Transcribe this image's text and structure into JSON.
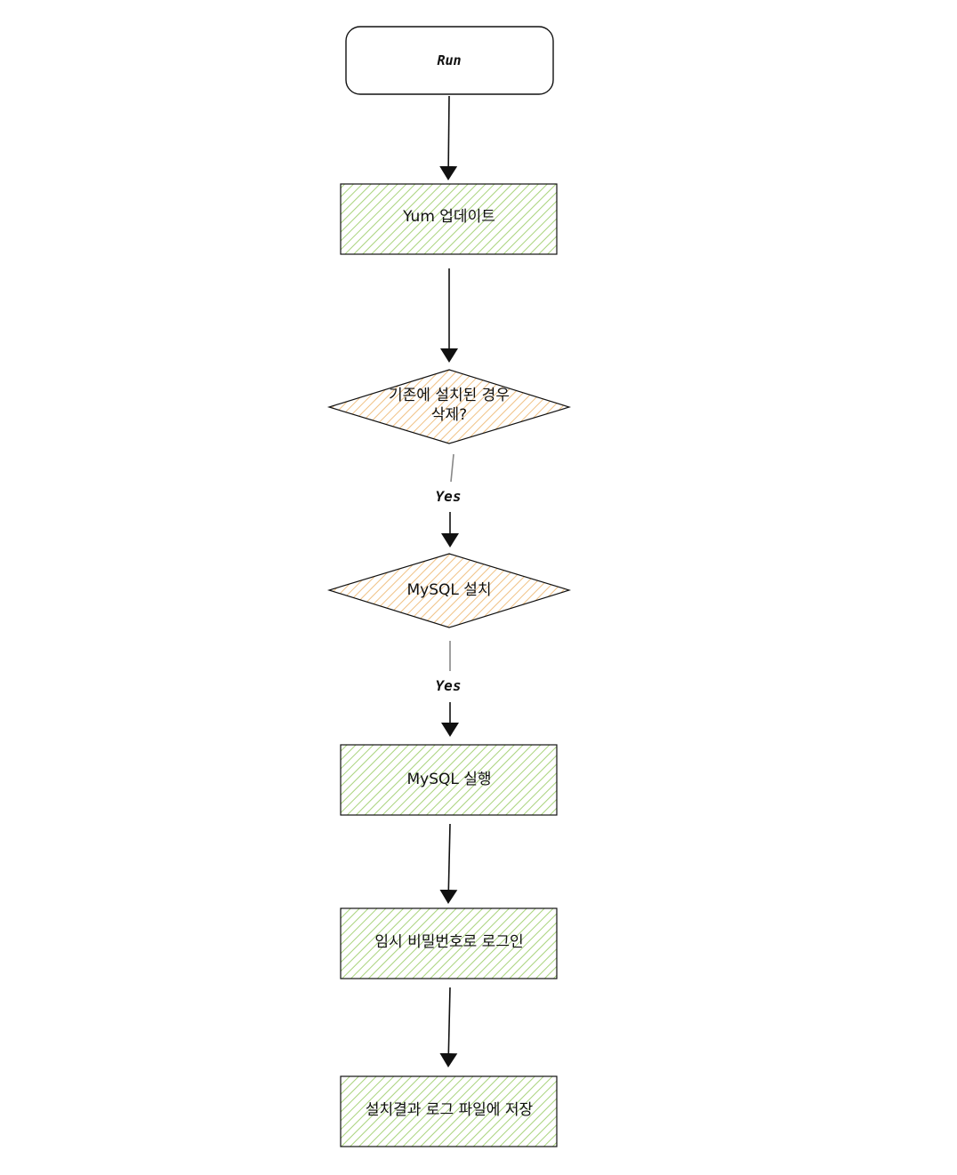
{
  "diagram": {
    "nodes": {
      "run": {
        "label": "Run"
      },
      "yum_update": {
        "label": "Yum 업데이트"
      },
      "remove_existing": {
        "line1": "기존에 설치된 경우",
        "line2": "삭제?"
      },
      "mysql_install": {
        "label": "MySQL 설치"
      },
      "mysql_run": {
        "label": "MySQL 실행"
      },
      "temp_password_login": {
        "label": "임시 비밀번호로 로그인"
      },
      "save_log": {
        "label": "설치결과 로그 파일에 저장"
      }
    },
    "edges": {
      "yes_1": {
        "label": "Yes"
      },
      "yes_2": {
        "label": "Yes"
      }
    }
  },
  "colors": {
    "stroke": "#111111",
    "process_hatch": "#a9d37c",
    "decision_hatch": "#f0c184",
    "edge": "#111111"
  }
}
